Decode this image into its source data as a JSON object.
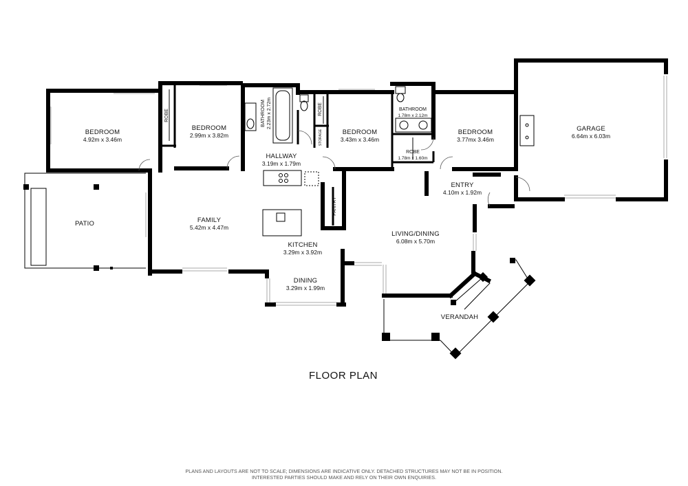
{
  "title": "FLOOR PLAN",
  "disclaimer": {
    "line1": "PLANS AND LAYOUTS ARE NOT TO SCALE; DIMENSIONS ARE INDICATIVE ONLY. DETACHED STRUCTURES MAY NOT BE IN POSITION.",
    "line2": "INTERESTED PARTIES SHOULD MAKE AND RELY ON THEIR OWN ENQUIRIES."
  },
  "rooms": {
    "bedroom1": {
      "name": "BEDROOM",
      "dims": "4.92m x 3.46m"
    },
    "robe1": {
      "name": "ROBE"
    },
    "bedroom2": {
      "name": "BEDROOM",
      "dims": "2.99m x 3.82m"
    },
    "bathroom1": {
      "name": "BATHROOM",
      "dims": "2.23m x 2.72m"
    },
    "hallway": {
      "name": "HALLWAY",
      "dims": "3.19m x 1.79m"
    },
    "robe2": {
      "name": "ROBE"
    },
    "storage": {
      "name": "STORAGE"
    },
    "bedroom3": {
      "name": "BEDROOM",
      "dims": "3.43m x 3.46m"
    },
    "bathroom2": {
      "name": "BATHROOM",
      "dims": "1.78m x 2.12m"
    },
    "robe3": {
      "name": "ROBE",
      "dims": "1.78m x 1.60m"
    },
    "bedroom4": {
      "name": "BEDROOM",
      "dims": "3.77mx 3.46m"
    },
    "garage": {
      "name": "GARAGE",
      "dims": "6.64m x 6.03m"
    },
    "entry": {
      "name": "ENTRY",
      "dims": "4.10m x 1.92m"
    },
    "pantry": {
      "name": "PANTRY"
    },
    "patio": {
      "name": "PATIO"
    },
    "family": {
      "name": "FAMILY",
      "dims": "5.42m x 4.47m"
    },
    "kitchen": {
      "name": "KITCHEN",
      "dims": "3.29m x 3.92m"
    },
    "living": {
      "name": "LIVING/DINING",
      "dims": "6.08m x 5.70m"
    },
    "dining": {
      "name": "DINING",
      "dims": "3.29m x 1.99m"
    },
    "verandah": {
      "name": "VERANDAH"
    }
  }
}
